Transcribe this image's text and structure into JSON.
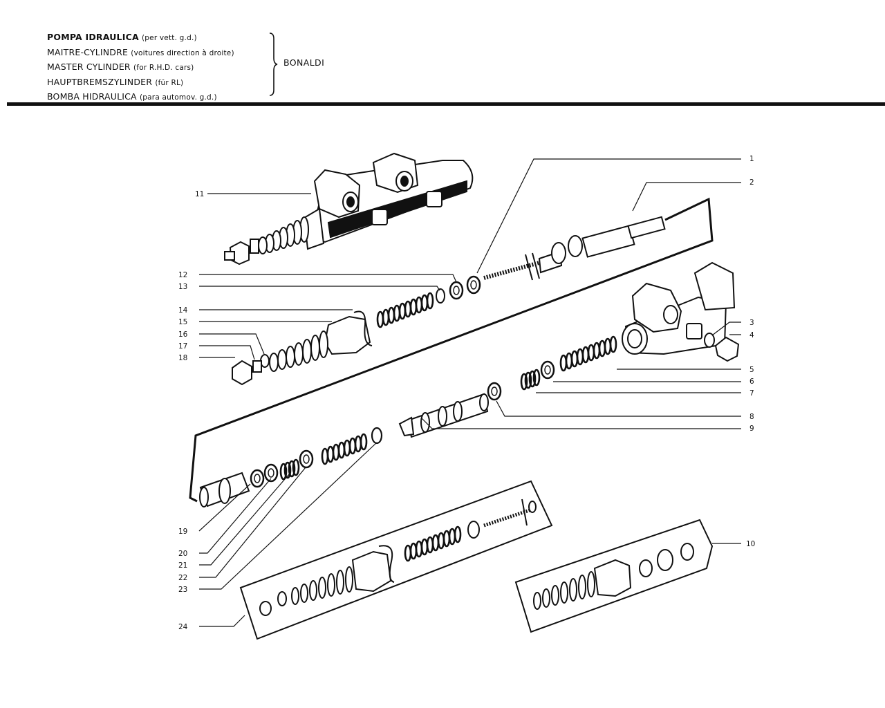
{
  "title_lines": [
    {
      "main": "POMPA IDRAULICA",
      "sub": "(per vett. g.d.)"
    },
    {
      "main": "MAITRE-CYLINDRE",
      "sub": "(voitures direction à droite)"
    },
    {
      "main": "MASTER CYLINDER",
      "sub": "(for R.H.D. cars)"
    },
    {
      "main": "HAUPTBREMSZYLINDER",
      "sub": "(für RL)"
    },
    {
      "main": "BOMBA HIDRAULICA",
      "sub": "(para automov. g.d.)"
    }
  ],
  "maker": "BONALDI",
  "callouts": [
    "1",
    "2",
    "3",
    "4",
    "5",
    "6",
    "7",
    "8",
    "9",
    "10",
    "11",
    "12",
    "13",
    "14",
    "15",
    "16",
    "17",
    "18",
    "19",
    "20",
    "21",
    "22",
    "23",
    "24"
  ],
  "colors": {
    "ink": "#111111",
    "paper": "#ffffff"
  }
}
